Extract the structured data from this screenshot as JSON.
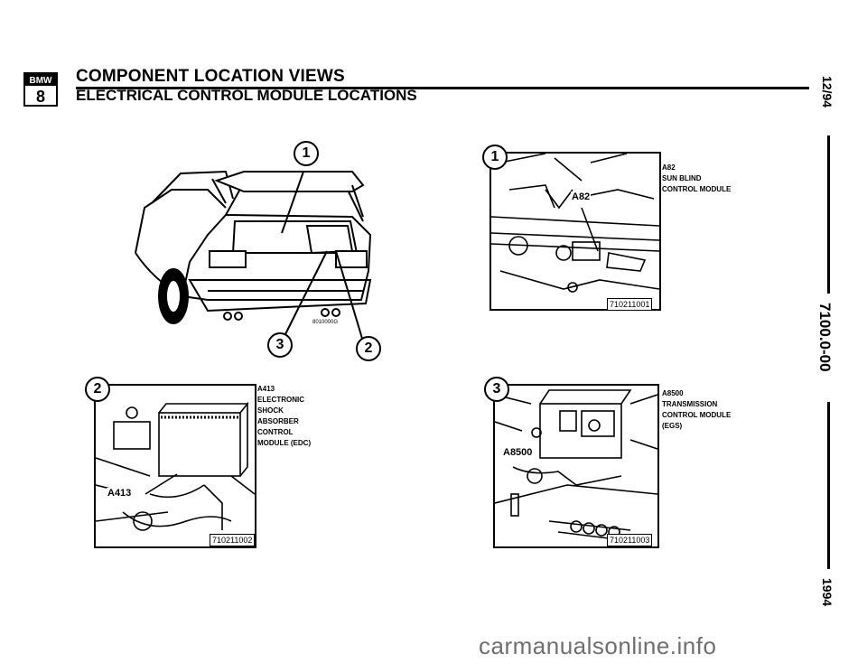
{
  "header": {
    "logo_top": "BMW",
    "logo_bottom": "8",
    "title": "COMPONENT LOCATION VIEWS",
    "subtitle": "ELECTRICAL CONTROL MODULE LOCATIONS"
  },
  "side_margin": {
    "date": "12/94",
    "page_code": "7100.0-00",
    "year": "1994"
  },
  "overview": {
    "callouts": [
      "1",
      "2",
      "3"
    ],
    "figure_code": "8010000G"
  },
  "figures": [
    {
      "number": "1",
      "component_label": "A82",
      "description": [
        "A82",
        "SUN BLIND",
        "CONTROL MODULE"
      ],
      "figure_code": "710211001"
    },
    {
      "number": "2",
      "component_label": "A413",
      "description": [
        "A413",
        "ELECTRONIC",
        "SHOCK",
        "ABSORBER",
        "CONTROL",
        "MODULE (EDC)"
      ],
      "figure_code": "710211002"
    },
    {
      "number": "3",
      "component_label": "A8500",
      "description": [
        "A8500",
        "TRANSMISSION",
        "CONTROL MODULE",
        "(EGS)"
      ],
      "figure_code": "710211003"
    }
  ],
  "watermark": "carmanualsonline.info"
}
